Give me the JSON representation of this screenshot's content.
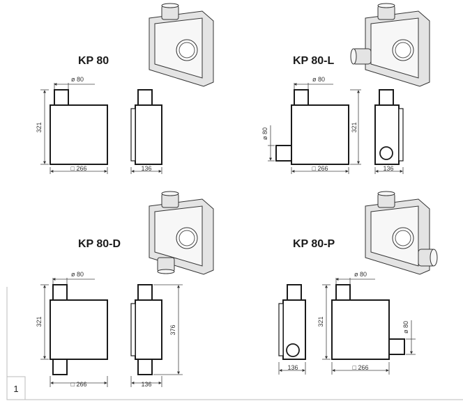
{
  "variants": [
    {
      "title": "KP 80",
      "diameter": "ø 80",
      "height": "321",
      "width": "□ 266",
      "depth": "136"
    },
    {
      "title": "KP 80-L",
      "diameter_top": "ø 80",
      "diameter_side": "ø 80",
      "height": "321",
      "width": "□ 266",
      "depth": "136"
    },
    {
      "title": "KP 80-D",
      "diameter": "ø 80",
      "height": "321",
      "total_height": "376",
      "width": "□ 266",
      "depth": "136"
    },
    {
      "title": "KP 80-P",
      "diameter_top": "ø 80",
      "diameter_side": "ø 80",
      "height": "321",
      "width": "□ 266",
      "depth": "136"
    }
  ],
  "page_number": "1"
}
